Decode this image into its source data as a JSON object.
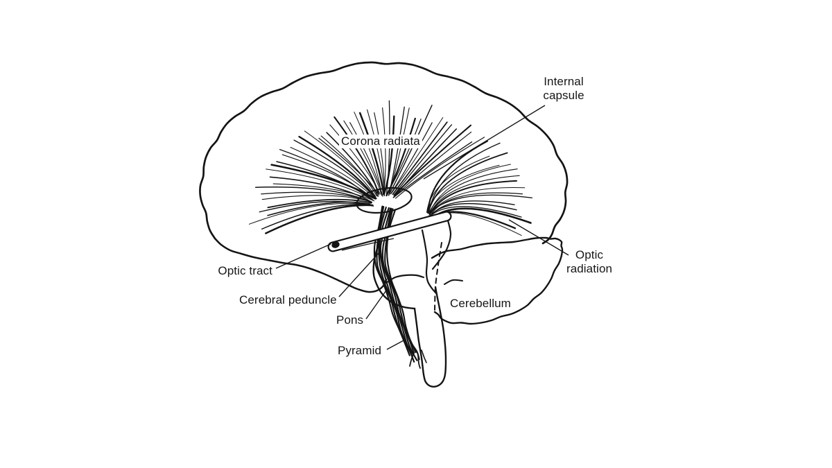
{
  "figure": {
    "description": "Line-art sagittal brain diagram showing descending motor/sensory fiber systems",
    "labels": {
      "corona_radiata": "Corona radiata",
      "internal_capsule": "Internal capsule",
      "optic_tract": "Optic tract",
      "cerebral_peduncle": "Cerebral peduncle",
      "pons": "Pons",
      "pyramid": "Pyramid",
      "cerebellum": "Cerebellum",
      "optic_radiation": "Optic radiation"
    },
    "colors": {
      "background": "#ffffff",
      "line": "#141414",
      "text": "#161616"
    }
  }
}
